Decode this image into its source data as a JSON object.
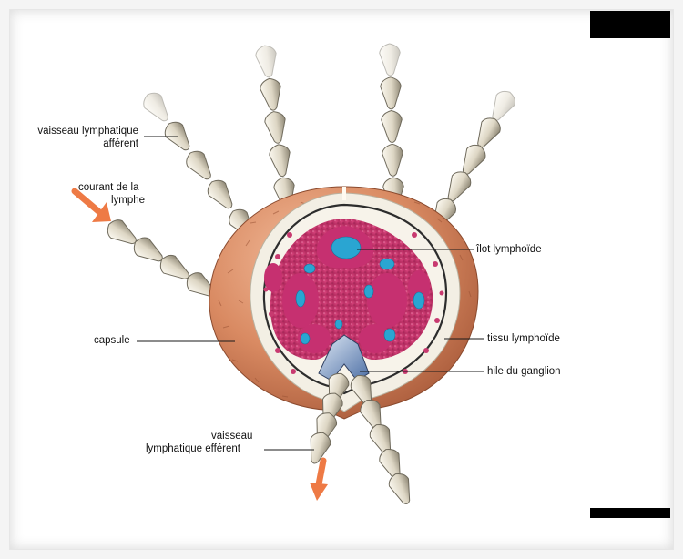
{
  "labels": {
    "afferent_line1": "vaisseau lymphatique",
    "afferent_line2": "afférent",
    "flow_line1": "courant de la",
    "flow_line2": "lymphe",
    "capsule": "capsule",
    "efferent_line1": "vaisseau",
    "efferent_line2": "lymphatique efférent",
    "islet": "îlot lymphoïde",
    "tissue": "tissu lymphoïde",
    "hilum": "hile du ganglion"
  },
  "colors": {
    "capsule_outer": "#d98a62",
    "capsule_highlight": "#f0b48f",
    "capsule_rim": "#f3efe6",
    "lymphoid_tissue": "#c8336b",
    "lymphoid_islet": "#2aa5d2",
    "vessel": "#e2dccb",
    "vessel_shadow": "#8c8674",
    "flow_arrow": "#ee7a45"
  }
}
